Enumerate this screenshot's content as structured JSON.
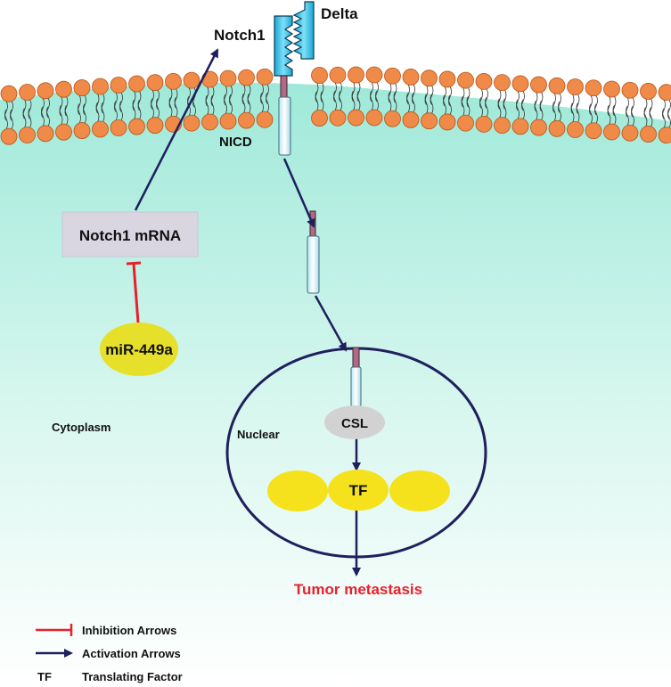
{
  "labels": {
    "notch1": "Notch1",
    "delta": "Delta",
    "nicd": "NICD",
    "notch1_mrna": "Notch1 mRNA",
    "mir": "miR-449a",
    "cytoplasm": "Cytoplasm",
    "nuclear": "Nuclear",
    "csl": "CSL",
    "tf": "TF",
    "outcome": "Tumor metastasis"
  },
  "legend": [
    {
      "symbol": "inhibition-arrow",
      "label": "Inhibition Arrows"
    },
    {
      "symbol": "activation-arrow",
      "label": "Activation Arrows"
    },
    {
      "symbol": "TF",
      "label": "Translating Factor"
    }
  ],
  "colors": {
    "cytoplasm_top": "#aeeee0",
    "cytoplasm_bottom": "#ffffff",
    "lipid_head": "#ef8a48",
    "lipid_head_stroke": "#b8551a",
    "activation": "#1f1f5e",
    "inhibition": "#e8202a",
    "nucleus": "#1f1f5e",
    "mir": "#e6e02a",
    "tf": "#f5e21c",
    "csl": "#d2d2d2",
    "mrna_box": "#d9d6e2",
    "receptor": "#35c4e8",
    "nicd_head": "#b06a86",
    "nicd_body": "#e6f6fa"
  }
}
